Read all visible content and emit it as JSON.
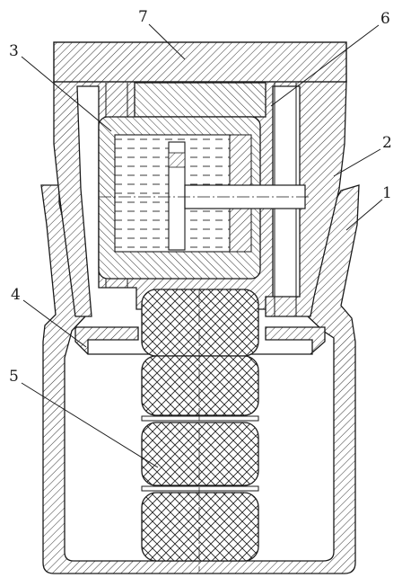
{
  "figure": {
    "callouts": [
      {
        "id": "1",
        "text": "1"
      },
      {
        "id": "2",
        "text": "2"
      },
      {
        "id": "3",
        "text": "3"
      },
      {
        "id": "4",
        "text": "4"
      },
      {
        "id": "5",
        "text": "5"
      },
      {
        "id": "6",
        "text": "6"
      },
      {
        "id": "7",
        "text": "7"
      }
    ]
  },
  "colors": {
    "ink": "#1a1a1a",
    "paper": "#ffffff",
    "liquid": "#3a3a3a"
  }
}
